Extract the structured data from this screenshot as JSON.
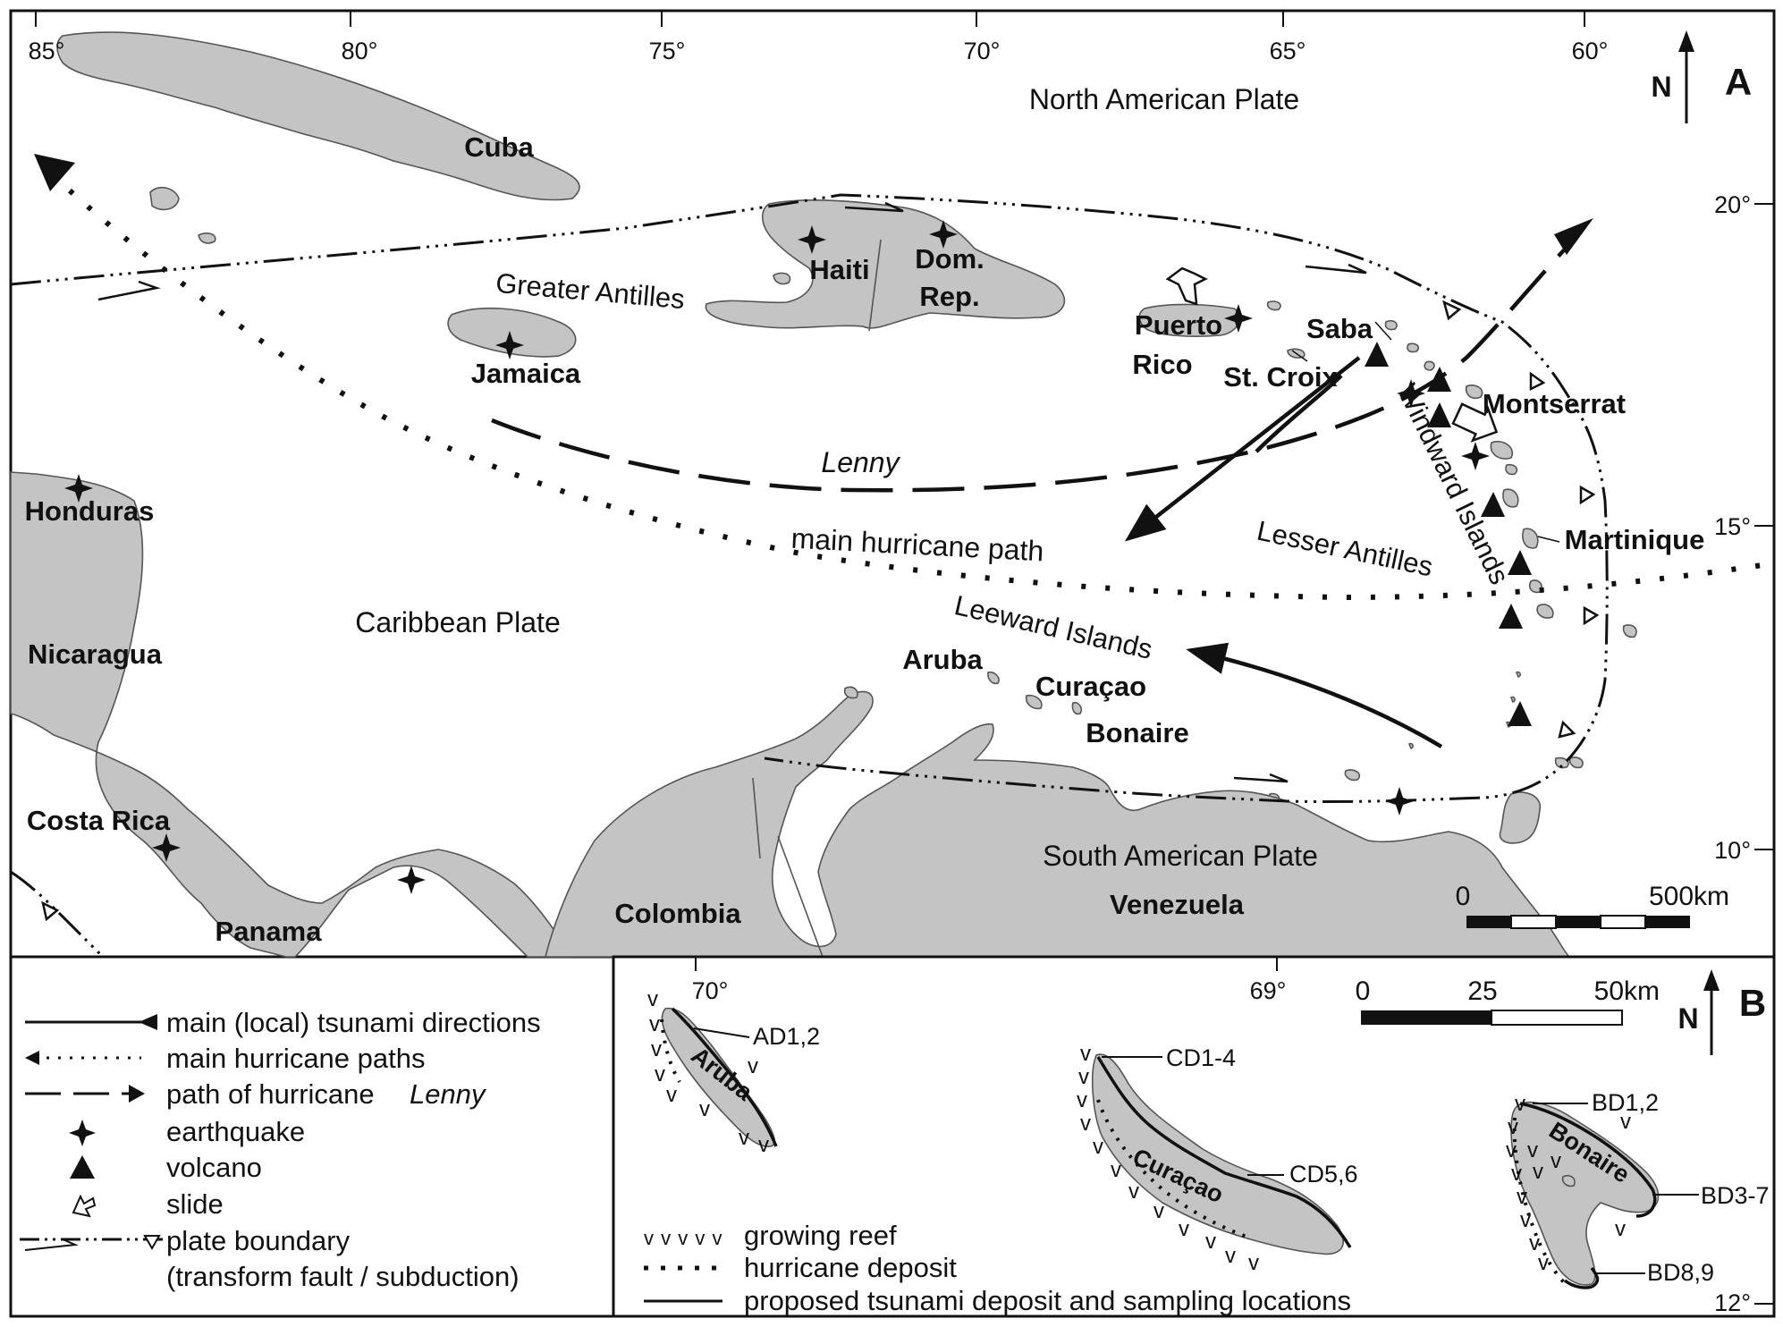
{
  "panel_a": {
    "letter": "A",
    "north": "N",
    "longitudes": [
      "85°",
      "80°",
      "75°",
      "70°",
      "65°",
      "60°"
    ],
    "latitudes": [
      "20°",
      "15°",
      "10°"
    ],
    "plates": {
      "north_american": "North American Plate",
      "caribbean": "Caribbean Plate",
      "south_american": "South American Plate"
    },
    "countries": {
      "cuba": "Cuba",
      "haiti": "Haiti",
      "dom_rep_1": "Dom.",
      "dom_rep_2": "Rep.",
      "jamaica": "Jamaica",
      "puerto_rico_1": "Puerto",
      "puerto_rico_2": "Rico",
      "saba": "Saba",
      "st_croix": "St. Croix",
      "montserrat": "Montserrat",
      "martinique": "Martinique",
      "honduras": "Honduras",
      "nicaragua": "Nicaragua",
      "costa_rica": "Costa Rica",
      "panama": "Panama",
      "colombia": "Colombia",
      "venezuela": "Venezuela",
      "aruba": "Aruba",
      "curacao": "Curaçao",
      "bonaire": "Bonaire"
    },
    "regions": {
      "greater_antilles": "Greater Antilles",
      "lesser_antilles": "Lesser Antilles",
      "windward_islands": "Windward Islands",
      "leeward_islands": "Leeward Islands"
    },
    "paths": {
      "lenny": "Lenny",
      "main_hurricane_path": "main hurricane path"
    },
    "scale": {
      "start": "0",
      "end": "500km"
    }
  },
  "legend": [
    "main (local) tsunami directions",
    "main hurricane paths",
    "path of hurricane",
    "Lenny",
    "earthquake",
    "volcano",
    "slide",
    "plate boundary",
    "(transform fault / subduction)"
  ],
  "panel_b": {
    "letter": "B",
    "north": "N",
    "longitudes": [
      "70°",
      "69°"
    ],
    "latitude": "12°",
    "scale": {
      "start": "0",
      "mid": "25",
      "end": "50km"
    },
    "islands": {
      "aruba": "Aruba",
      "curacao": "Curaçao",
      "bonaire": "Bonaire"
    },
    "sites": [
      "AD1,2",
      "CD1-4",
      "CD5,6",
      "BD1,2",
      "BD3-7",
      "BD8,9"
    ],
    "legend": {
      "reef_symbol": "v v v v v",
      "reef": "growing reef",
      "hurricane_deposit": "hurricane deposit",
      "tsunami_deposit": "proposed tsunami deposit and sampling locations"
    }
  }
}
